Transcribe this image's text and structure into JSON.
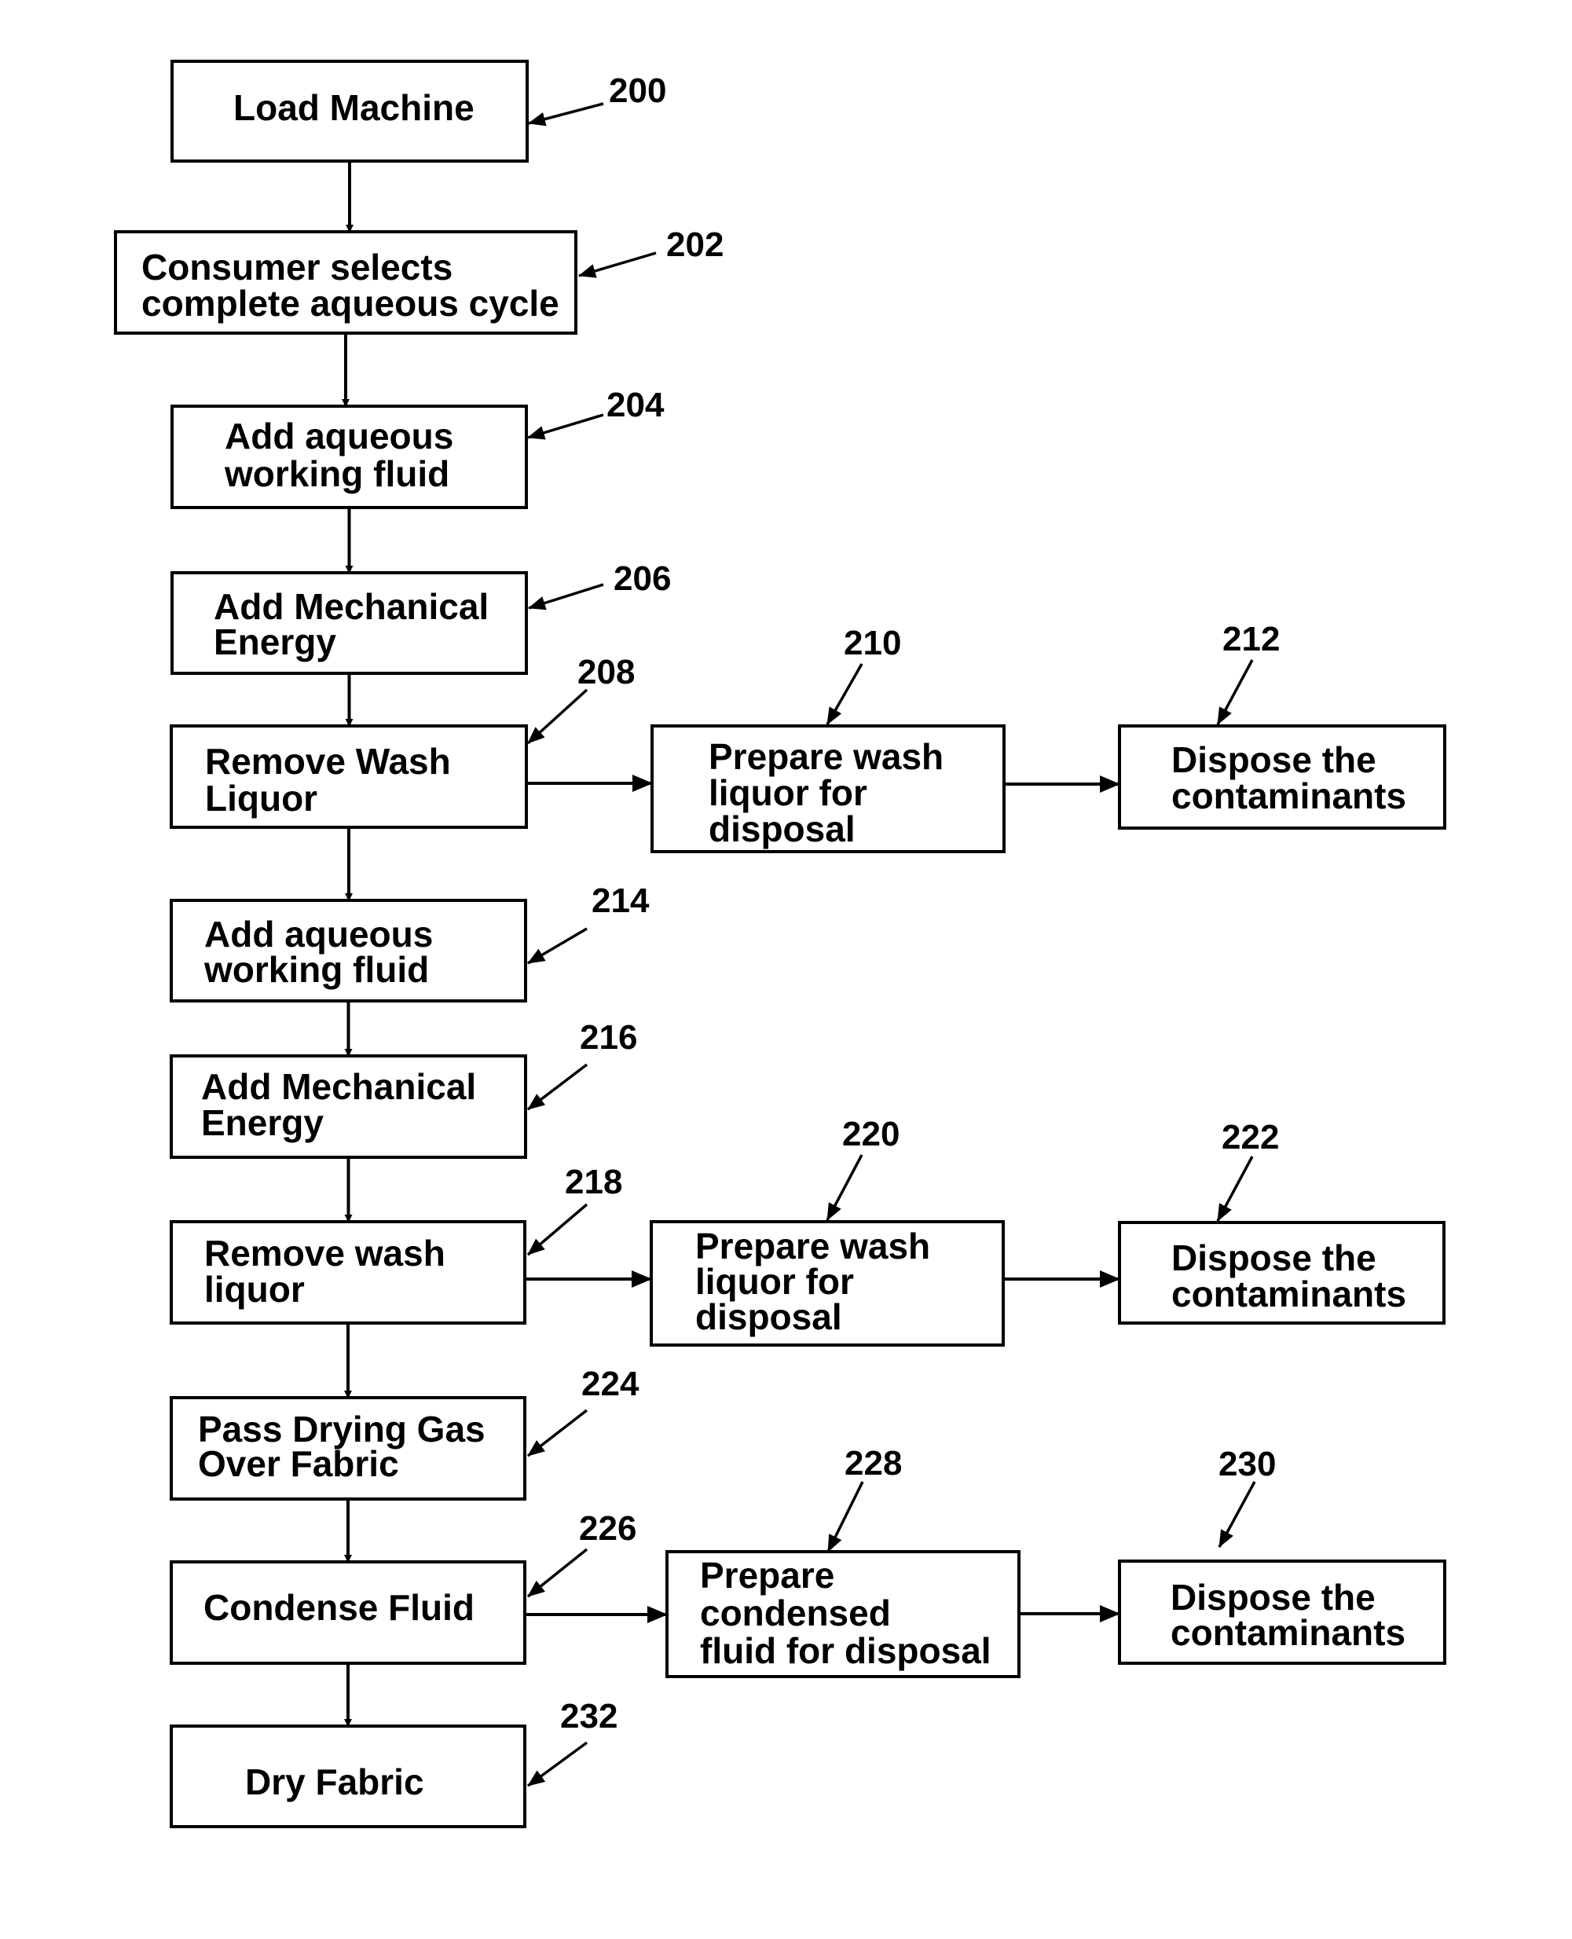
{
  "nodes": [
    {
      "id": "200",
      "ref": "200",
      "lines": [
        "Load Machine"
      ]
    },
    {
      "id": "202",
      "ref": "202",
      "lines": [
        "Consumer selects",
        "complete aqueous cycle"
      ]
    },
    {
      "id": "204",
      "ref": "204",
      "lines": [
        "Add aqueous",
        "working fluid"
      ]
    },
    {
      "id": "206",
      "ref": "206",
      "lines": [
        "Add Mechanical",
        "Energy"
      ]
    },
    {
      "id": "208",
      "ref": "208",
      "lines": [
        "Remove Wash",
        "Liquor"
      ]
    },
    {
      "id": "210",
      "ref": "210",
      "lines": [
        "Prepare wash",
        "liquor for",
        "disposal"
      ]
    },
    {
      "id": "212",
      "ref": "212",
      "lines": [
        "Dispose the",
        "contaminants"
      ]
    },
    {
      "id": "214",
      "ref": "214",
      "lines": [
        "Add aqueous",
        "working fluid"
      ]
    },
    {
      "id": "216",
      "ref": "216",
      "lines": [
        "Add Mechanical",
        "Energy"
      ]
    },
    {
      "id": "218",
      "ref": "218",
      "lines": [
        "Remove wash",
        "liquor"
      ]
    },
    {
      "id": "220",
      "ref": "220",
      "lines": [
        "Prepare wash",
        "liquor for",
        "disposal"
      ]
    },
    {
      "id": "222",
      "ref": "222",
      "lines": [
        "Dispose the",
        "contaminants"
      ]
    },
    {
      "id": "224",
      "ref": "224",
      "lines": [
        "Pass Drying Gas",
        "Over Fabric"
      ]
    },
    {
      "id": "226",
      "ref": "226",
      "lines": [
        "Condense Fluid"
      ]
    },
    {
      "id": "228",
      "ref": "228",
      "lines": [
        "Prepare",
        "condensed",
        "fluid for disposal"
      ]
    },
    {
      "id": "230",
      "ref": "230",
      "lines": [
        "Dispose the",
        "contaminants"
      ]
    },
    {
      "id": "232",
      "ref": "232",
      "lines": [
        "Dry Fabric"
      ]
    }
  ],
  "edges": [
    [
      "200",
      "202"
    ],
    [
      "202",
      "204"
    ],
    [
      "204",
      "206"
    ],
    [
      "206",
      "208"
    ],
    [
      "208",
      "210"
    ],
    [
      "210",
      "212"
    ],
    [
      "208",
      "214"
    ],
    [
      "214",
      "216"
    ],
    [
      "216",
      "218"
    ],
    [
      "218",
      "220"
    ],
    [
      "220",
      "222"
    ],
    [
      "218",
      "224"
    ],
    [
      "224",
      "226"
    ],
    [
      "226",
      "228"
    ],
    [
      "228",
      "230"
    ],
    [
      "226",
      "232"
    ]
  ]
}
